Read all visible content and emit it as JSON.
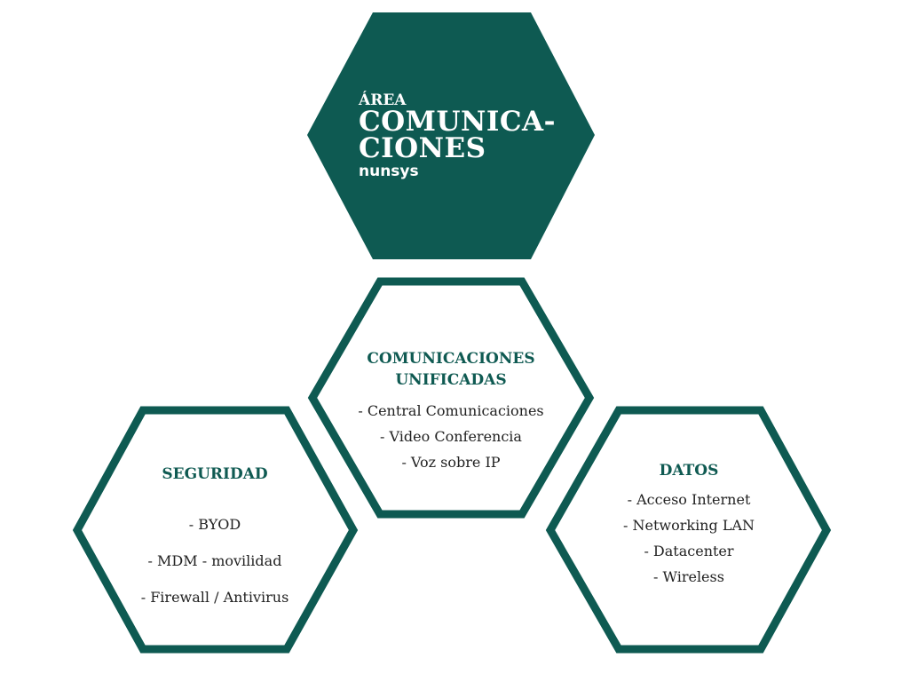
{
  "colors": {
    "primary": "#0e5a52",
    "text": "#222222"
  },
  "main": {
    "area": "ÁREA",
    "title_line1": "COMUNICA-",
    "title_line2": "CIONES",
    "brand": "nunsys"
  },
  "unified": {
    "title_line1": "COMUNICACIONES",
    "title_line2": "UNIFICADAS",
    "items": [
      "- Central Comunicaciones",
      "- Video Conferencia",
      "- Voz sobre IP"
    ]
  },
  "security": {
    "title": "SEGURIDAD",
    "items": [
      "- BYOD",
      "- MDM - movilidad",
      "- Firewall / Antivirus"
    ]
  },
  "data": {
    "title": "DATOS",
    "items": [
      "- Acceso Internet",
      "- Networking LAN",
      "- Datacenter",
      "- Wireless"
    ]
  }
}
